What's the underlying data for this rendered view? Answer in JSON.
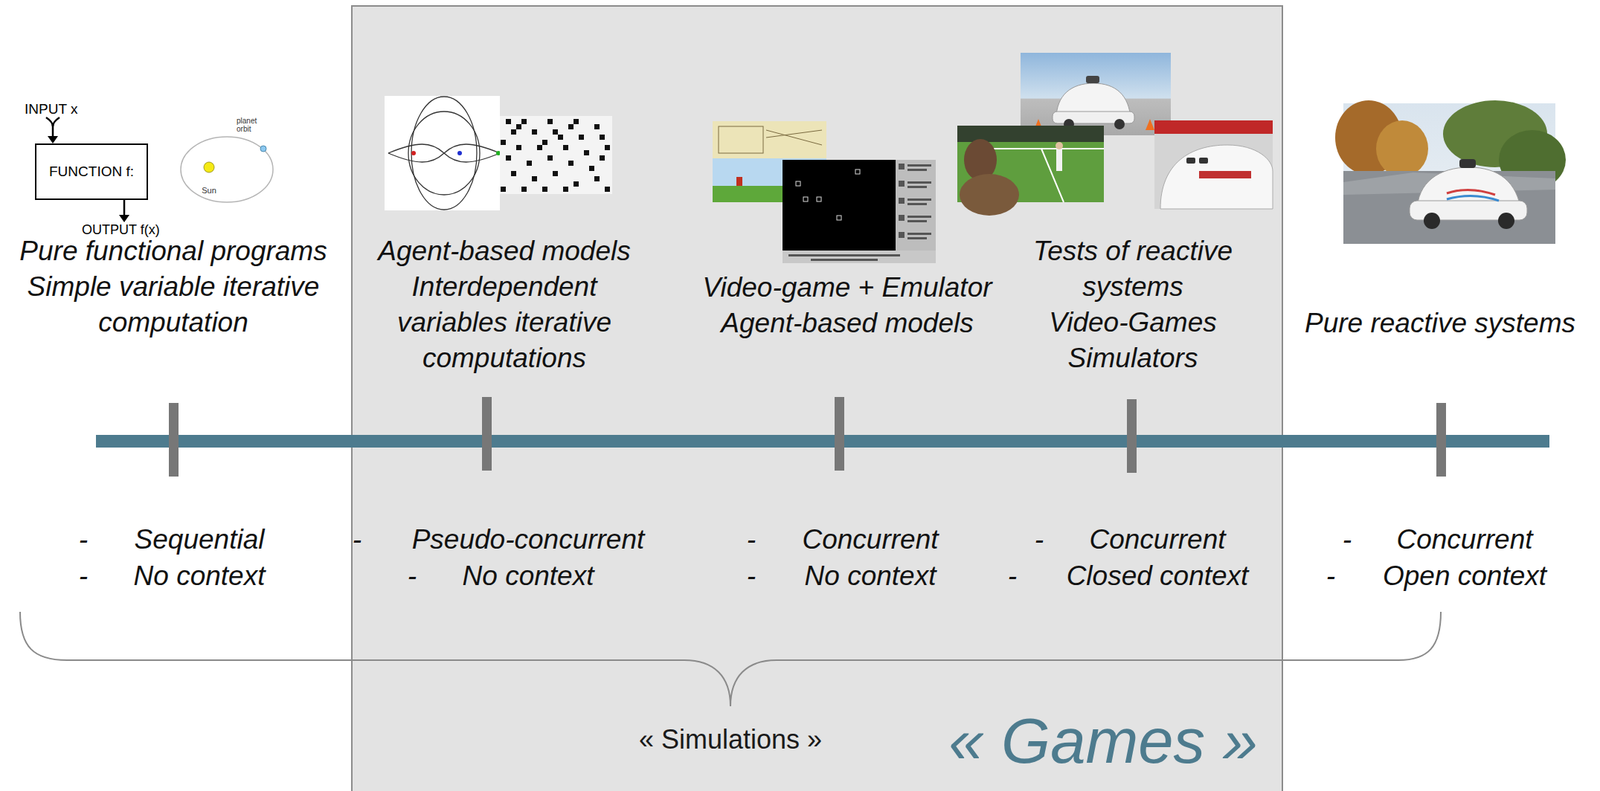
{
  "diagram": {
    "nodes": [
      {
        "text": [
          "« Games »"
        ]
      },
      {
        "text": [
          "FUNCTION f:"
        ]
      }
    ],
    "labels": [
      "INPUT x",
      "OUTPUT f(x)",
      "Sun",
      "planet orbit",
      "Pure functional programs",
      "Simple variable iterative computation",
      "Agent-based models",
      "Interdependent variables iterative computations",
      "Video-game + Emulator",
      "Agent-based models",
      "Tests of reactive systems",
      "Video-Games",
      "Simulators",
      "Pure reactive systems",
      "-",
      "Sequential",
      "-",
      "No context",
      "-",
      "Pseudo-concurrent",
      "-",
      "No context",
      "-",
      "Concurrent",
      "-",
      "No context",
      "-",
      "Concurrent",
      "-",
      "Closed context",
      "-",
      "Concurrent",
      "-",
      "Open context",
      "« Simulations »"
    ]
  }
}
